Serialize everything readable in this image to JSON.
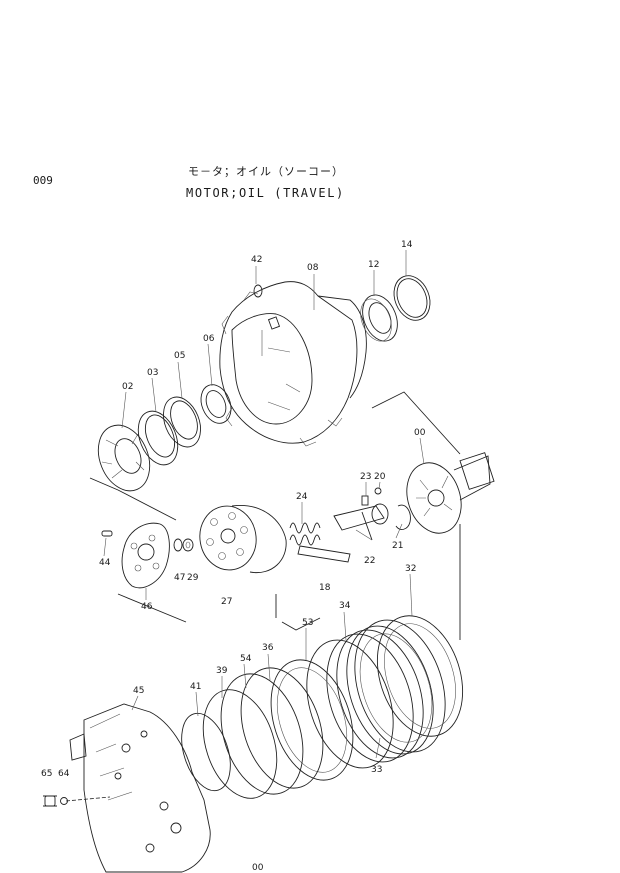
{
  "page_number": "009",
  "title_jp": "モ－タ；オイル（ソーコー）",
  "title_en": "MOTOR;OIL (TRAVEL)",
  "callouts": {
    "c00": "00",
    "c02": "02",
    "c03": "03",
    "c05": "05",
    "c06": "06",
    "c08": "08",
    "c12": "12",
    "c14": "14",
    "c18": "18",
    "c20": "20",
    "c21": "21",
    "c22": "22",
    "c23": "23",
    "c24": "24",
    "c27": "27",
    "c29": "29",
    "c32": "32",
    "c33": "33",
    "c34": "34",
    "c36": "36",
    "c39": "39",
    "c41": "41",
    "c42": "42",
    "c44": "44",
    "c45": "45",
    "c46": "46",
    "c47": "47",
    "c53": "53",
    "c54": "54",
    "c64": "64",
    "c65": "65",
    "c00b": "00"
  }
}
